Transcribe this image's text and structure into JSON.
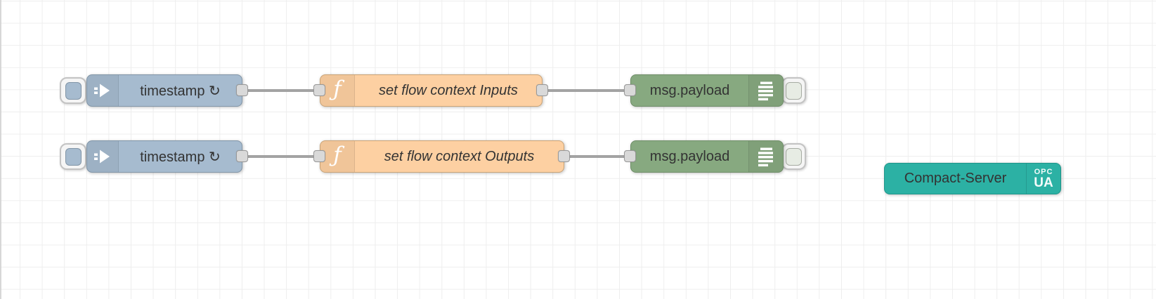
{
  "colors": {
    "canvas_background": "#ffffff",
    "grid_line": "#eeeeee",
    "wire": "#a3a3a3",
    "inject_node": "#a6bbcf",
    "function_node": "#fdd0a2",
    "debug_node": "#87a980",
    "server_node": "#2cb1a4",
    "port_fill": "#d9d9d9",
    "label_text": "#333333"
  },
  "nodes": {
    "inject1": {
      "type": "inject",
      "label": "timestamp ↻"
    },
    "function1": {
      "type": "function",
      "label": "set flow context Inputs",
      "icon_glyph": "ƒ"
    },
    "debug1": {
      "type": "debug",
      "label": "msg.payload"
    },
    "inject2": {
      "type": "inject",
      "label": "timestamp ↻"
    },
    "function2": {
      "type": "function",
      "label": "set flow context Outputs",
      "icon_glyph": "ƒ"
    },
    "debug2": {
      "type": "debug",
      "label": "msg.payload"
    },
    "server": {
      "type": "opcua-compact-server",
      "label": "Compact-Server",
      "badge_line1": "OPC",
      "badge_line2": "UA"
    }
  },
  "wires": [
    {
      "from": "inject1",
      "to": "function1"
    },
    {
      "from": "function1",
      "to": "debug1"
    },
    {
      "from": "inject2",
      "to": "function2"
    },
    {
      "from": "function2",
      "to": "debug2"
    }
  ]
}
